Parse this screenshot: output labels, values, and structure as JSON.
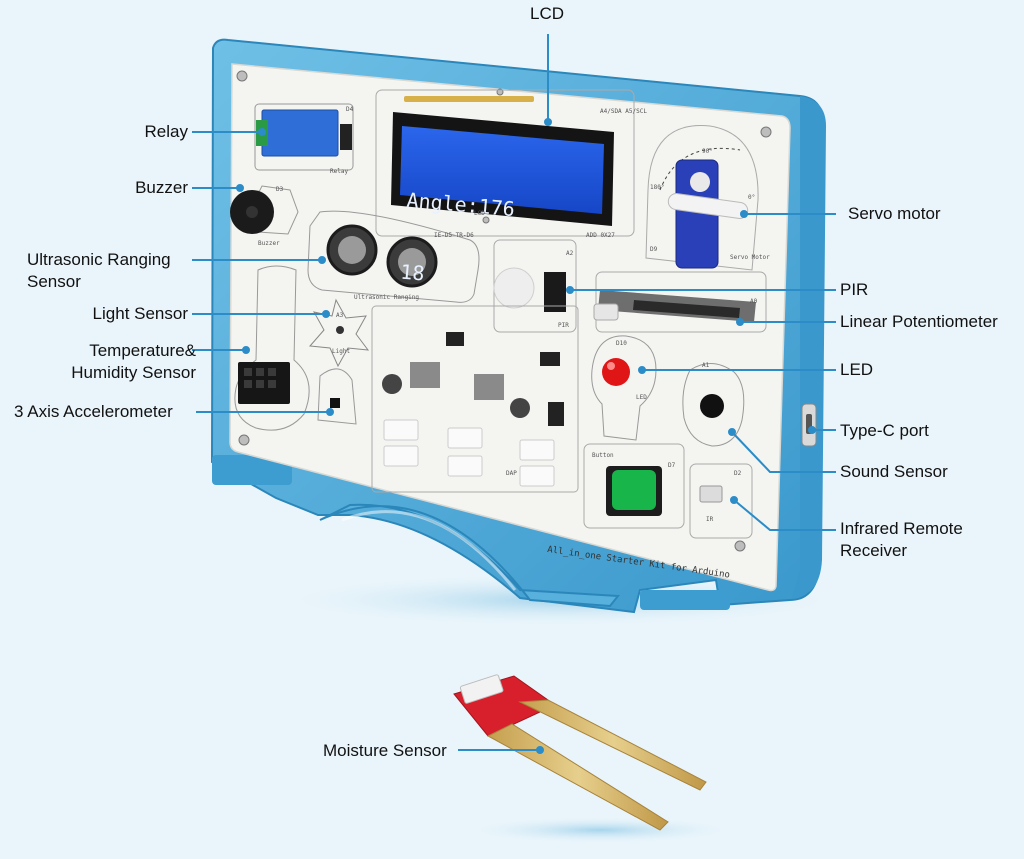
{
  "labels": {
    "lcd": "LCD",
    "relay": "Relay",
    "buzzer": "Buzzer",
    "ultrasonic_line1": "Ultrasonic Ranging",
    "ultrasonic_line2": "Sensor",
    "light_sensor": "Light Sensor",
    "temp_line1": "Temperature&",
    "temp_line2": "Humidity Sensor",
    "accelerometer": "3 Axis Accelerometer",
    "servo": "Servo motor",
    "pir": "PIR",
    "potentiometer": "Linear Potentiometer",
    "led": "LED",
    "typec": "Type-C port",
    "sound": "Sound Sensor",
    "ir_line1": "Infrared Remote",
    "ir_line2": "Receiver",
    "moisture": "Moisture Sensor"
  },
  "lcd_screen": {
    "line1": "Angle:176",
    "line2": "18"
  },
  "board_text": {
    "footer": "All_in_one Starter Kit for Arduino",
    "lcd_pins": "A4/SDA A5/SCL",
    "lcd_addr": "ADD 0X27",
    "lcd_tag": "LCD",
    "relay_tag": "Relay",
    "relay_pin": "D4",
    "buzzer_tag": "Buzzer",
    "buzzer_pin": "D3",
    "servo_tag": "Servo Motor",
    "servo_pin": "D9",
    "angle_90": "90°",
    "angle_180": "180°",
    "angle_0": "0°",
    "pir_pin": "A2",
    "pir_tag": "PIR",
    "pot_pin": "A0",
    "led_pin": "D10",
    "led_tag": "LED",
    "sound_pin": "A1",
    "button_tag": "Button",
    "button_pin": "D7",
    "ir_pin": "D2",
    "ir_tag": "IR",
    "ultra_pins": "IE-D5 TR-D6",
    "ultra_tag": "Ultrasonic Ranging",
    "dap_tag": "DAP",
    "light_tag": "Light",
    "light_pin": "A3"
  },
  "colors": {
    "background": "#eaf5fb",
    "case_blue": "#4ea9d8",
    "case_dark": "#2b86ba",
    "board_white": "#f4f4f1",
    "lcd_blue": "#1f57e0",
    "lcd_frame": "#141414",
    "relay_blue": "#2f6ed6",
    "servo_blue": "#2940b8",
    "led_red": "#e01616",
    "button_green": "#18b54a",
    "moisture_red": "#d7202b",
    "probe_gold": "#d3b56a"
  }
}
